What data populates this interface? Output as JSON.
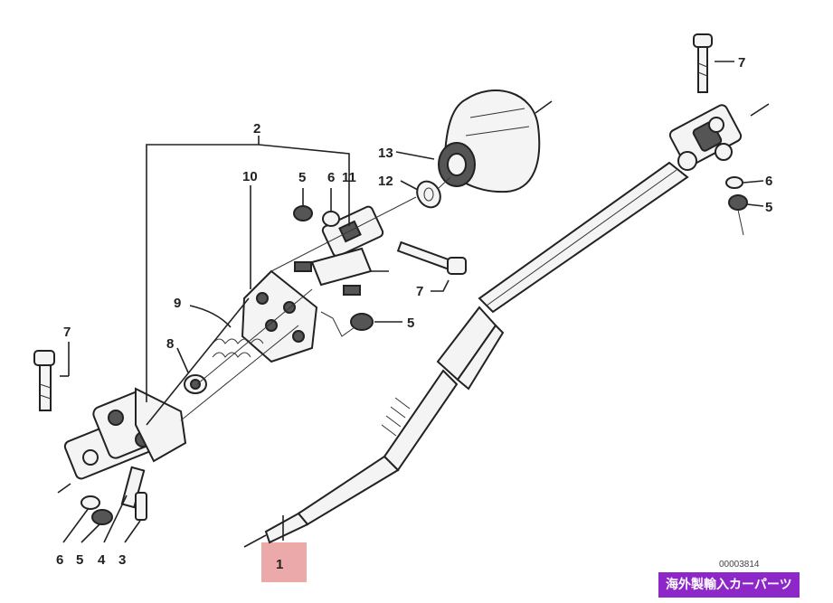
{
  "part_labels": {
    "p1": "1",
    "p2": "2",
    "p3": "3",
    "p4": "4",
    "p5a": "5",
    "p5b": "5",
    "p5c": "5",
    "p5d": "5",
    "p6a": "6",
    "p6b": "6",
    "p6c": "6",
    "p7a": "7",
    "p7b": "7",
    "p7c": "7",
    "p8": "8",
    "p9": "9",
    "p10": "10",
    "p11": "11",
    "p12": "12",
    "p13": "13"
  },
  "diagram_reference": "00003814",
  "watermark": "海外製輸入カーパーツ",
  "colors": {
    "highlight": "#e79a9a",
    "watermark_bg": "#8e27c8"
  }
}
